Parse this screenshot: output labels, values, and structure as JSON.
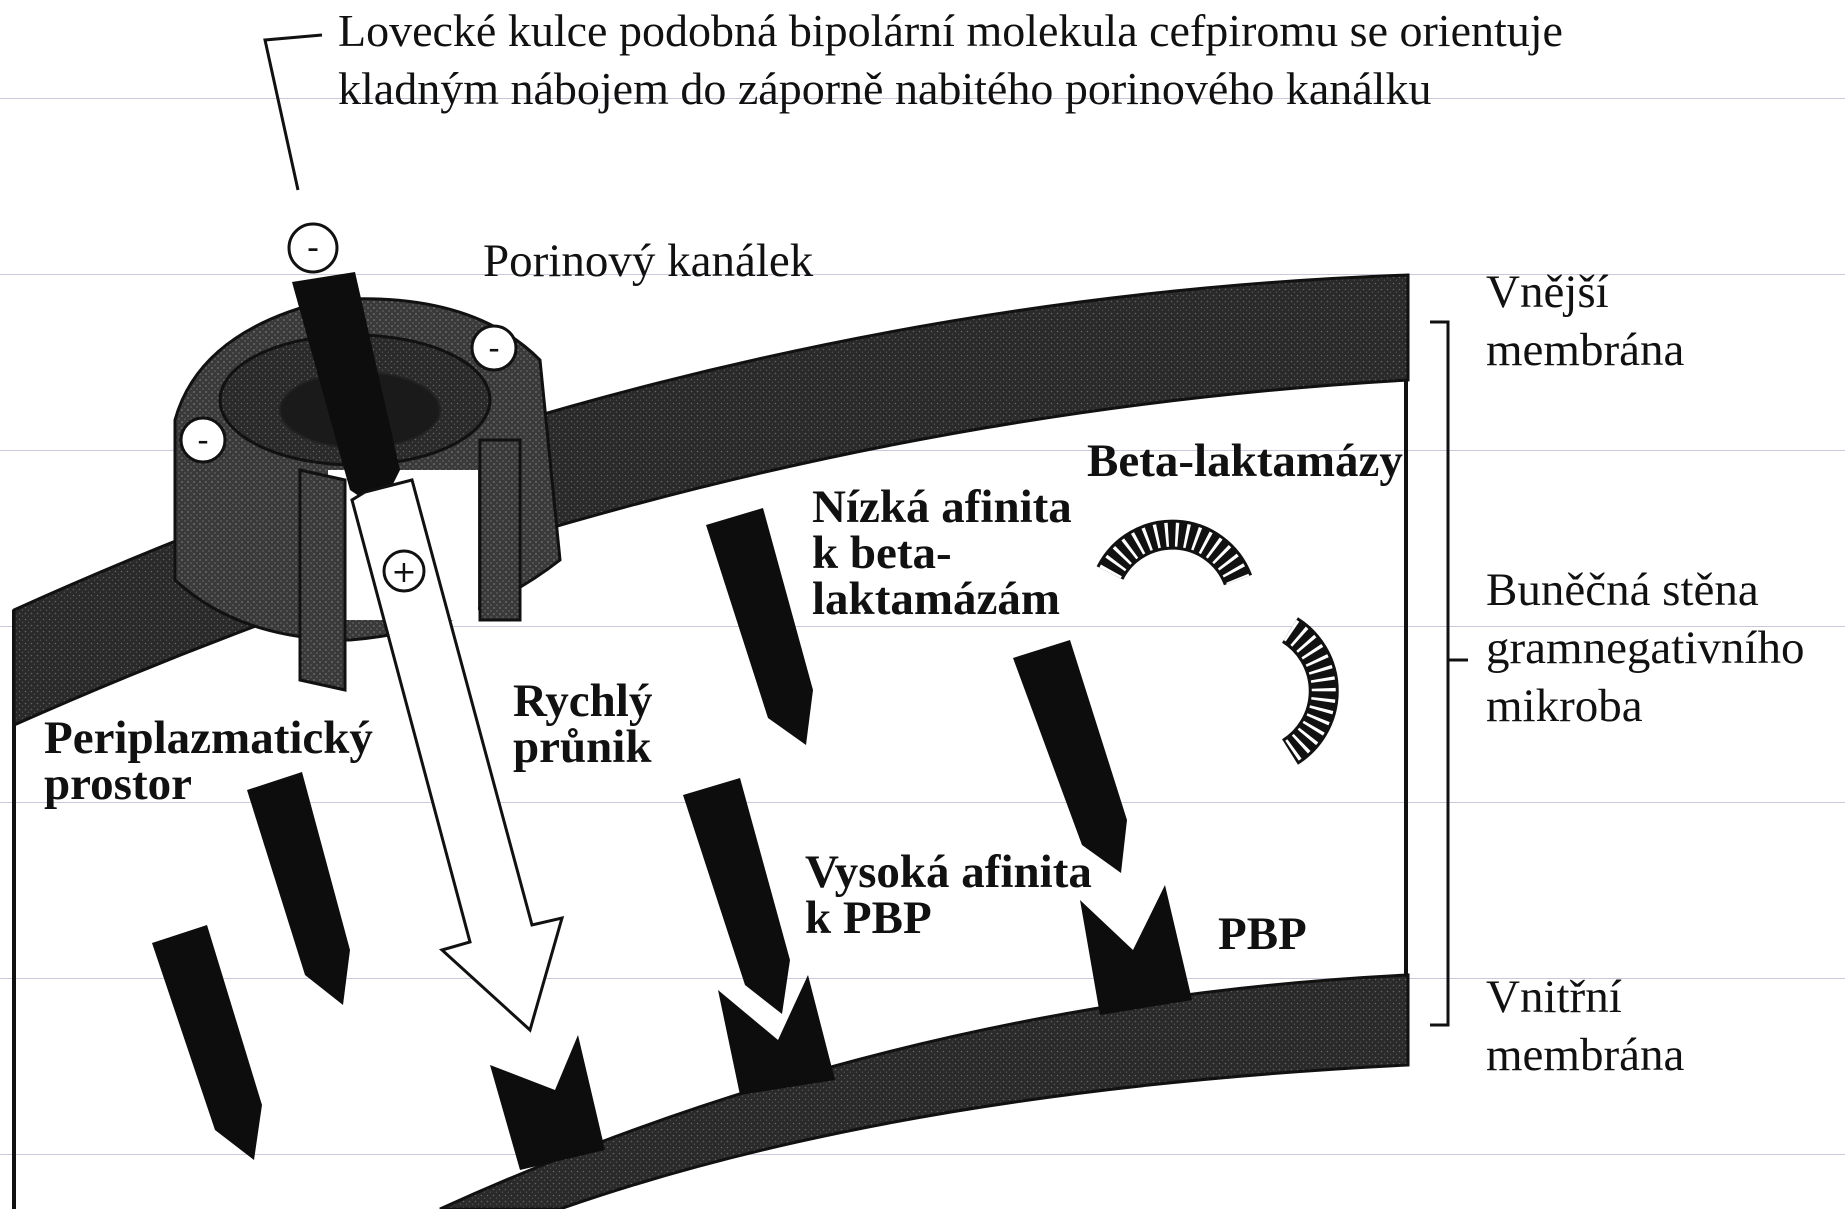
{
  "caption": {
    "line1": "Lovecké kulce podobná bipolární molekula cefpiromu se orientuje",
    "line2": "kladným nábojem do záporně nabitého porinového kanálku"
  },
  "labels": {
    "porin_channel": "Porinový kanálek",
    "beta_lactamases": "Beta-laktamázy",
    "low_affinity": [
      "Nízká afinita",
      "k beta-",
      "laktamázám"
    ],
    "fast_penetration": [
      "Rychlý",
      "průnik"
    ],
    "periplasmic_space": [
      "Periplazmatický",
      "prostor"
    ],
    "high_affinity": [
      "Vysoká afinita",
      "k PBP"
    ],
    "pbp": "PBP",
    "outer_membrane": [
      "Vnější",
      "membrána"
    ],
    "cell_wall": [
      "Buněčná stěna",
      "gramnegativního",
      "mikroba"
    ],
    "inner_membrane": [
      "Vnitřní",
      "membrána"
    ]
  },
  "charges": {
    "negative": "-",
    "positive": "+"
  },
  "colors": {
    "membrane": "#2b2b2b",
    "ink": "#111111",
    "guide_lines": "#c9c9d9"
  }
}
